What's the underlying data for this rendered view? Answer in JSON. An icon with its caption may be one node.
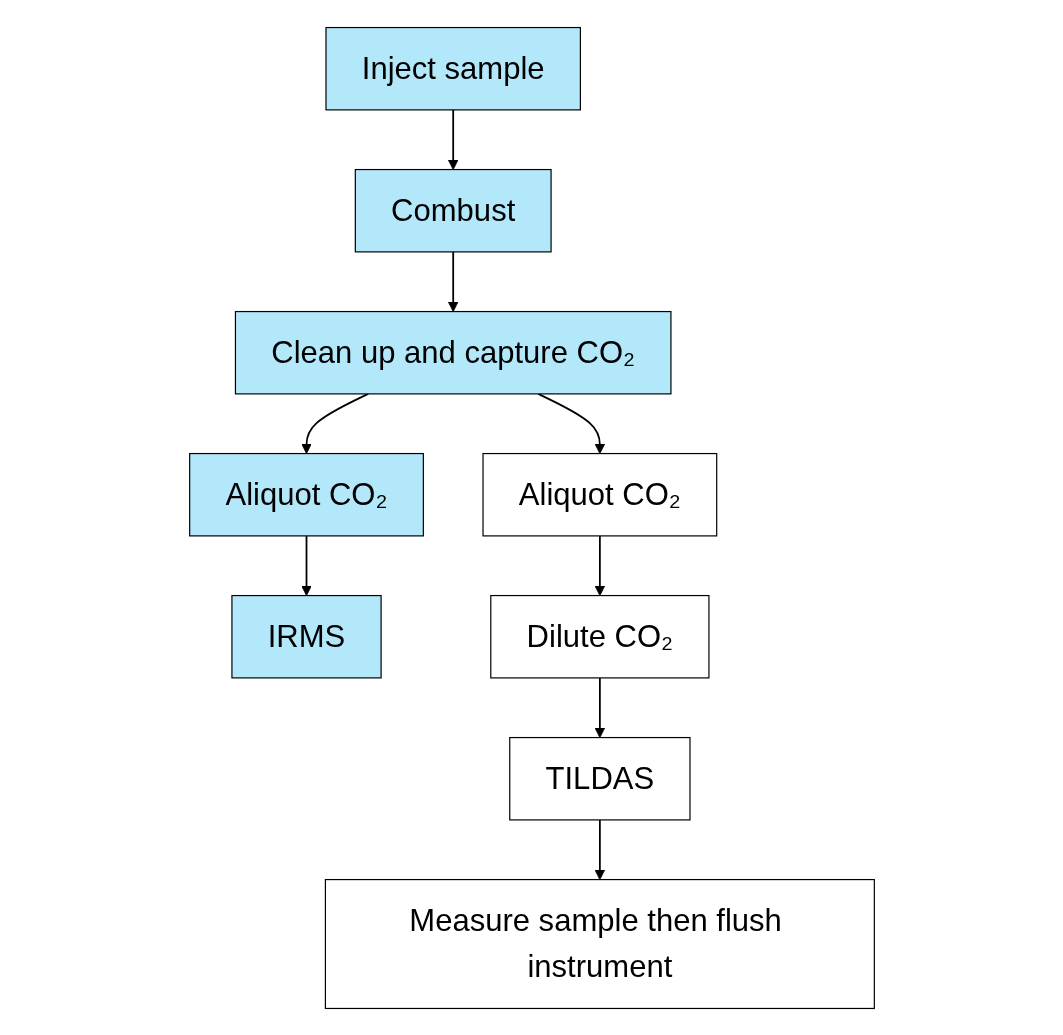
{
  "diagram": {
    "nodes": [
      {
        "text": [
          "Inject sample"
        ]
      },
      {
        "text": [
          "Combust"
        ]
      },
      {
        "text": [
          "Clean up and capture CO₂"
        ]
      },
      {
        "text": [
          "Aliquot CO₂"
        ]
      },
      {
        "text": [
          "IRMS"
        ]
      },
      {
        "text": [
          "Aliquot CO₂"
        ]
      },
      {
        "text": [
          "Dilute CO₂"
        ]
      },
      {
        "text": [
          "TILDAS"
        ]
      },
      {
        "text": [
          "Measure sample then flush instrument"
        ]
      }
    ],
    "edges": [
      {
        "from": 0,
        "to": 1,
        "arrow": "to"
      },
      {
        "from": 1,
        "to": 2,
        "arrow": "to"
      },
      {
        "from": 2,
        "to": 3,
        "arrow": "to"
      },
      {
        "from": 2,
        "to": 5,
        "arrow": "to"
      },
      {
        "from": 3,
        "to": 4,
        "arrow": "to"
      },
      {
        "from": 5,
        "to": 6,
        "arrow": "to"
      },
      {
        "from": 6,
        "to": 7,
        "arrow": "to"
      },
      {
        "from": 7,
        "to": 8,
        "arrow": "to"
      }
    ]
  }
}
